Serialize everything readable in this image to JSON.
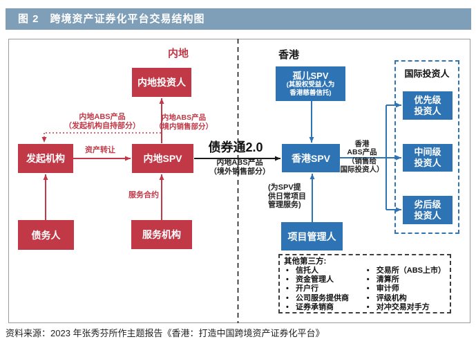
{
  "header": {
    "title": "图 2　跨境资产证券化平台交易结构图"
  },
  "regions": {
    "mainland": "内地",
    "hongkong": "香港"
  },
  "boxes": {
    "mainland_investor": {
      "label": "内地投资人"
    },
    "originator": {
      "label": "发起机构"
    },
    "mainland_spv": {
      "label": "内地SPV"
    },
    "debtor": {
      "label": "债务人"
    },
    "servicer": {
      "label": "服务机构"
    },
    "orphan_spv": {
      "label": "孤儿SPV",
      "sub_lines": [
        "(其股权受益人为",
        "香港慈善信托)"
      ]
    },
    "hk_spv": {
      "label": "香港SPV"
    },
    "project_manager": {
      "label": "项目管理人"
    },
    "intl_investors": {
      "label": "国际投资人"
    },
    "senior_investor": {
      "lines": [
        "优先级",
        "投资人"
      ]
    },
    "mezzanine_investor": {
      "lines": [
        "中间级",
        "投资人"
      ]
    },
    "junior_investor": {
      "lines": [
        "劣后级",
        "投资人"
      ]
    }
  },
  "edge_labels": {
    "abs_self_held": {
      "lines": [
        "内地ABS产品",
        "（发起机构自持部分）"
      ]
    },
    "abs_domestic": {
      "lines": [
        "内地ABS产品",
        "（境内销售部分）"
      ]
    },
    "asset_transfer": "资产转让",
    "service_contract": "服务合约",
    "bond_connect": "债券通2.0",
    "abs_offshore": {
      "lines": [
        "内地ABS产品",
        "（境外销售部分）"
      ]
    },
    "spv_daily_service": {
      "lines": [
        "(为SPV提",
        "供日常项目",
        "管理服务)"
      ]
    },
    "hk_abs": {
      "lines": [
        "香港",
        "ABS产品",
        "（销售给",
        "国际投资人）"
      ]
    }
  },
  "third_parties": {
    "title": "其他第三方:",
    "left": [
      "信托人",
      "资金管理人",
      "开户行",
      "公司服务提供商",
      "证券承销商"
    ],
    "right": [
      "交易所（ABS上市）",
      "清算所",
      "审计师",
      "评级机构",
      "对冲交易对手方"
    ]
  },
  "source": "资料来源：2023 年张秀芬所作主题报告《香港：打造中国跨境资产证券化平台》",
  "colors": {
    "red": "#c13847",
    "blue": "#2e74b5",
    "header_bg": "#7f9fb8"
  }
}
